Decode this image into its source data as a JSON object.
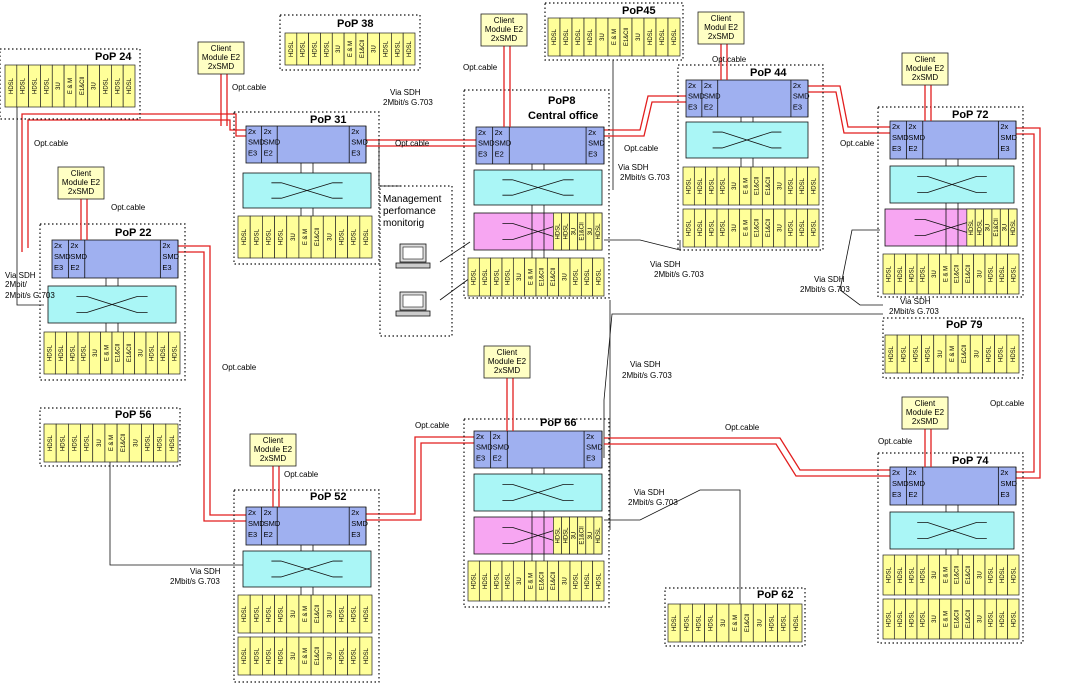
{
  "pops": {
    "pop24": {
      "title": "PoP 24"
    },
    "pop38": {
      "title": "PoP 38"
    },
    "pop45": {
      "title": "PoP45"
    },
    "pop44": {
      "title": "PoP 44"
    },
    "pop31": {
      "title": "PoP 31"
    },
    "pop8": {
      "title": "PoP8",
      "subtitle": "Central office"
    },
    "pop72": {
      "title": "PoP 72"
    },
    "pop22": {
      "title": "PoP 22"
    },
    "pop79": {
      "title": "PoP 79"
    },
    "pop56": {
      "title": "PoP 56"
    },
    "pop66": {
      "title": "PoP 66"
    },
    "pop74": {
      "title": "PoP 74"
    },
    "pop52": {
      "title": "PoP 52"
    },
    "pop62": {
      "title": "PoP 62"
    }
  },
  "smd": {
    "left": [
      "2x",
      "SMD",
      "E3"
    ],
    "mid": [
      "2x",
      "SMD",
      "E2"
    ],
    "right": [
      "2x",
      "SMD",
      "E3"
    ]
  },
  "cards": {
    "hdsl": "HDSL",
    "u3": "3U",
    "em": "E & M",
    "e1": "E1&Cll"
  },
  "clients": {
    "c38": [
      "Client",
      "Module E2",
      "2xSMD"
    ],
    "c31": [
      "Client",
      "Module E2",
      "2xSMD"
    ],
    "c44": [
      "Client",
      "Modul E2",
      "2xSMD"
    ],
    "c72": [
      "Client",
      "Module E2",
      "2xSMD"
    ],
    "c22": [
      "Client",
      "Module E2",
      "2xSMD"
    ],
    "c66": [
      "Client",
      "Module E2",
      "2xSMD"
    ],
    "c52": [
      "Client",
      "Module E2",
      "2xSMD"
    ],
    "c74": [
      "Client",
      "Module E2",
      "2xSMD"
    ]
  },
  "labels": {
    "opt_cable": "Opt.cable",
    "via_sdh": "Via SDH",
    "rate": "2Mbit/s G.703",
    "via_sdh_2mbit": "Via SDH 2Mbit/s G.703",
    "mgmt": [
      "Management",
      "perfomance",
      "monitorig"
    ]
  }
}
